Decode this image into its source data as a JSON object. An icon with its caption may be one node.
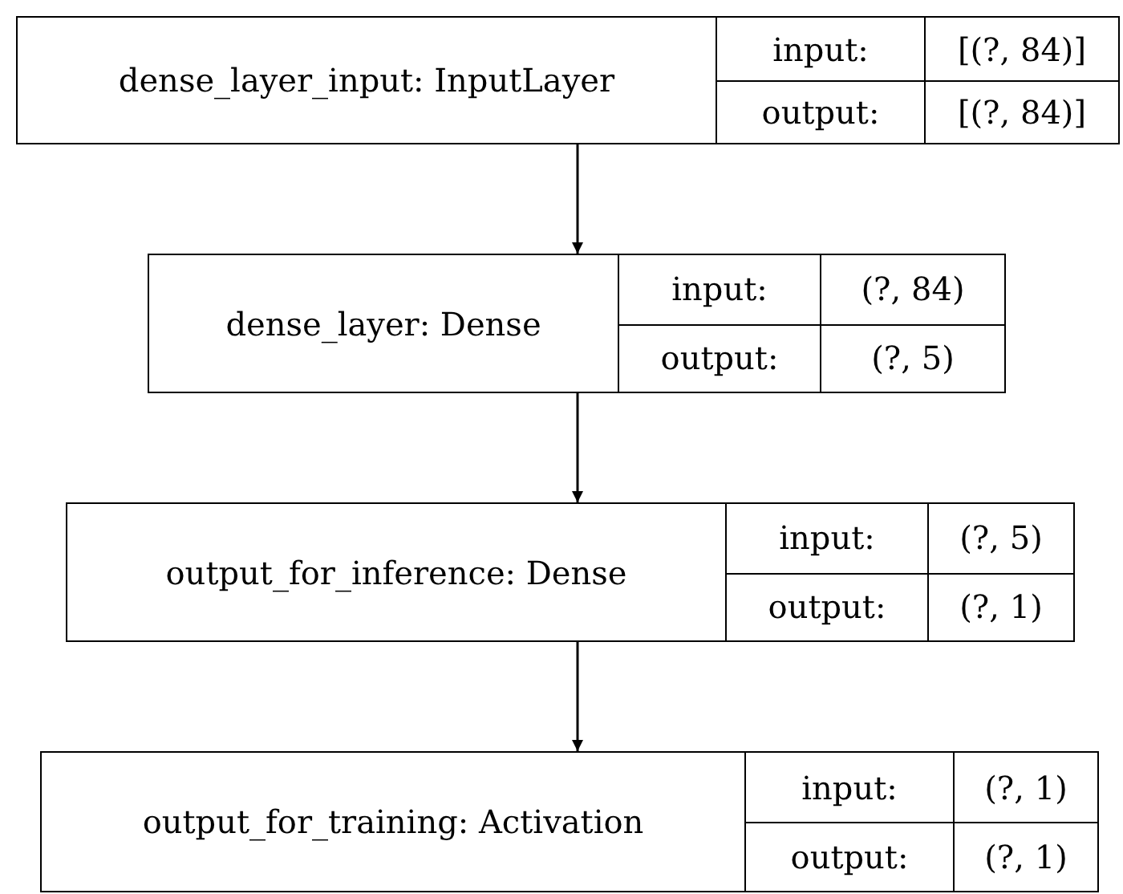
{
  "diagram": {
    "nodes": [
      {
        "text": [
          "dense_layer_input: InputLayer",
          "input:",
          "[(?, 84)]",
          "output:",
          "[(?, 84)]"
        ]
      },
      {
        "text": [
          "dense_layer: Dense",
          "input:",
          "(?, 84)",
          "output:",
          "(?, 5)"
        ]
      },
      {
        "text": [
          "output_for_inference: Dense",
          "input:",
          "(?, 5)",
          "output:",
          "(?, 1)"
        ]
      },
      {
        "text": [
          "output_for_training: Activation",
          "input:",
          "(?, 1)",
          "output:",
          "(?, 1)"
        ]
      }
    ],
    "edges": [
      {
        "from": 0,
        "to": 1,
        "arrow": "to"
      },
      {
        "from": 1,
        "to": 2,
        "arrow": "to"
      },
      {
        "from": 2,
        "to": 3,
        "arrow": "to"
      }
    ]
  }
}
